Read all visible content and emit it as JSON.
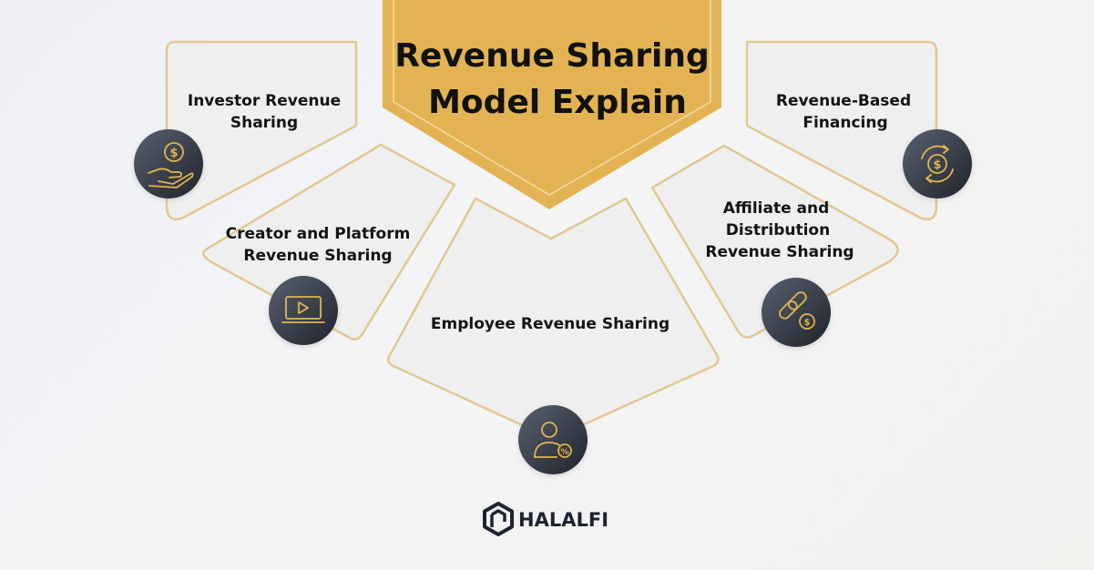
{
  "title": {
    "line1": "Revenue Sharing",
    "line2": "Model Explain"
  },
  "cards": {
    "investor": {
      "line1": "Investor Revenue",
      "line2": "Sharing",
      "icon": "hand-coin-icon"
    },
    "creator": {
      "line1": "Creator and Platform",
      "line2": "Revenue Sharing",
      "icon": "video-play-icon"
    },
    "employee": {
      "line1": "Employee Revenue Sharing",
      "icon": "person-percent-icon"
    },
    "affiliate": {
      "line1": "Affiliate and",
      "line2": "Distribution",
      "line3": "Revenue Sharing",
      "icon": "link-coin-icon"
    },
    "financing": {
      "line1": "Revenue-Based",
      "line2": "Financing",
      "icon": "coin-cycle-icon"
    }
  },
  "logo": {
    "text": "HALALFI"
  },
  "colors": {
    "accent_gold": "#e3b353",
    "card_fill": "#efefef",
    "card_border": "#e2c892",
    "icon_dark": "#343a45"
  }
}
